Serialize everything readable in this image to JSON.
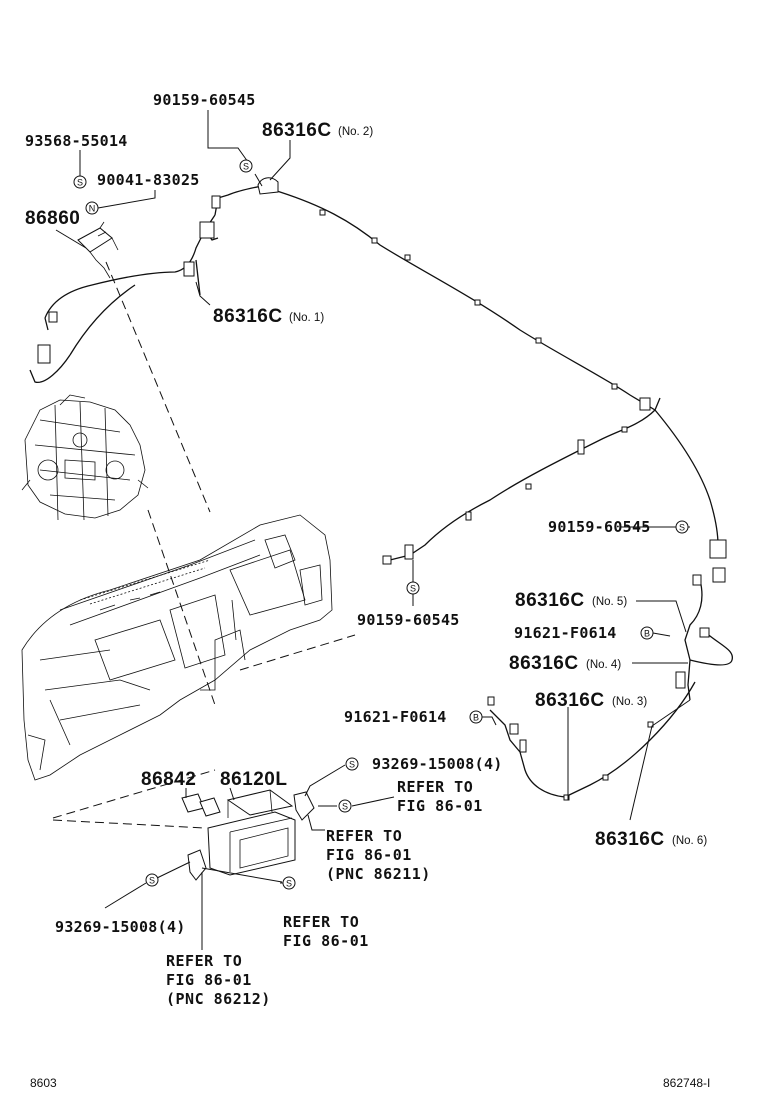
{
  "labels": {
    "p90159_top": "90159-60545",
    "p93568": "93568-55014",
    "p86316c_no2": "86316C",
    "no2": "(No. 2)",
    "p90041": "90041-83025",
    "p86860": "86860",
    "p86316c_no1": "86316C",
    "no1": "(No. 1)",
    "p90159_right": "90159-60545",
    "p90159_mid": "90159-60545",
    "p86316c_no5": "86316C",
    "no5": "(No. 5)",
    "p91621_a": "91621-F0614",
    "p86316c_no4": "86316C",
    "no4": "(No. 4)",
    "p86316c_no3": "86316C",
    "no3": "(No. 3)",
    "p91621_b": "91621-F0614",
    "p93269_top": "93269-15008(4)",
    "p86842": "86842",
    "p86120l": "86120L",
    "p86316c_no6": "86316C",
    "no6": "(No. 6)",
    "p93269_bottom": "93269-15008(4)"
  },
  "refs": {
    "ref1_l1": "REFER TO",
    "ref1_l2": "FIG 86-01",
    "ref2_l1": "REFER TO",
    "ref2_l2": "FIG 86-01",
    "ref2_l3": "(PNC 86211)",
    "ref3_l1": "REFER TO",
    "ref3_l2": "FIG 86-01",
    "ref4_l1": "REFER TO",
    "ref4_l2": "FIG 86-01",
    "ref4_l3": "(PNC 86212)"
  },
  "symbols": {
    "screw": "S",
    "nut": "N",
    "bolt": "B"
  },
  "footer": {
    "left": "8603",
    "right": "862748-I"
  },
  "icons": [
    "screw-icon",
    "nut-icon",
    "bolt-icon",
    "wire-harness",
    "engine-illustration",
    "instrument-panel-illustration",
    "navigation-unit-illustration",
    "bracket-illustration",
    "antenna-amplifier-illustration"
  ]
}
